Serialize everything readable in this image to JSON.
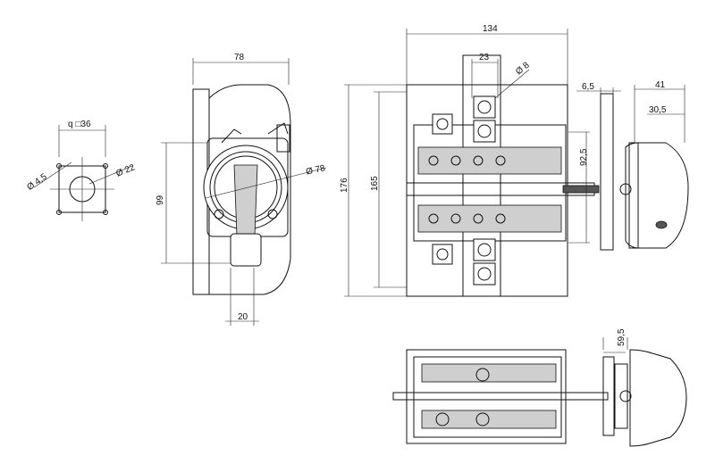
{
  "dimensions": {
    "panel_square": "q □36",
    "hole_dia": "Ø 4,5",
    "center_hole_dia": "Ø 22",
    "front_width": "78",
    "front_height": "99",
    "knob_dia": "Ø 78",
    "knob_offset": "20",
    "body_width": "134",
    "terminal_pitch": "23",
    "terminal_dia": "Ø 8",
    "body_height": "176",
    "inner_height": "165",
    "flange_thickness": "6,5",
    "knob_depth": "41",
    "knob_depth_inner": "30,5",
    "flange_height": "92,5",
    "bottom_flange_height": "59,5"
  }
}
